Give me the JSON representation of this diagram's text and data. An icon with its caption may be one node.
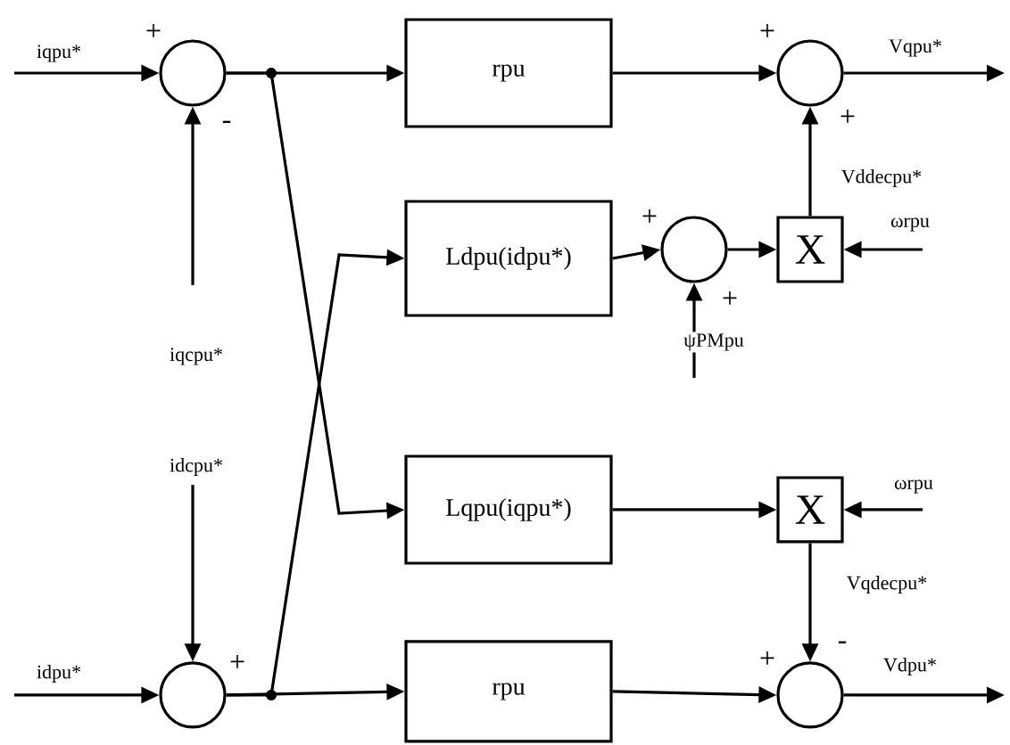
{
  "diagram": {
    "nodes": [
      {
        "text": [],
        "shape": "circle"
      },
      {
        "text": [
          "rpu"
        ]
      },
      {
        "text": [],
        "shape": "circle"
      },
      {
        "text": [
          "Ldpu(idpu*)"
        ]
      },
      {
        "text": [],
        "shape": "circle"
      },
      {
        "text": [
          "X"
        ]
      },
      {
        "text": [
          "Lqpu(iqpu*)"
        ]
      },
      {
        "text": [
          "X"
        ]
      },
      {
        "text": [],
        "shape": "circle"
      },
      {
        "text": [
          "rpu"
        ]
      },
      {
        "text": [],
        "shape": "circle"
      }
    ],
    "edges": [
      {
        "from": null,
        "to": 0,
        "arrow": "to",
        "label": "iqpu*"
      },
      {
        "from": null,
        "to": 0,
        "arrow": "to",
        "label": "iqcpu*"
      },
      {
        "from": 0,
        "to": 1,
        "arrow": "to"
      },
      {
        "from": 0,
        "to": 6,
        "arrow": "to"
      },
      {
        "from": 1,
        "to": 2,
        "arrow": "to"
      },
      {
        "from": 2,
        "to": null,
        "arrow": "to",
        "label": "Vqpu*"
      },
      {
        "from": 8,
        "to": 3,
        "arrow": "to"
      },
      {
        "from": 3,
        "to": 4,
        "arrow": "to"
      },
      {
        "from": null,
        "to": 4,
        "arrow": "to",
        "label": "ψPMpu"
      },
      {
        "from": 4,
        "to": 5,
        "arrow": "to"
      },
      {
        "from": 5,
        "to": 2,
        "arrow": "to",
        "label": "Vddecpu*"
      },
      {
        "from": null,
        "to": 5,
        "arrow": "to",
        "label": "ωrpu"
      },
      {
        "from": 6,
        "to": 7,
        "arrow": "to"
      },
      {
        "from": null,
        "to": 7,
        "arrow": "to",
        "label": "ωrpu"
      },
      {
        "from": 7,
        "to": 10,
        "arrow": "to",
        "label": "Vqdecpu*"
      },
      {
        "from": null,
        "to": 8,
        "arrow": "to",
        "label": "idcpu*"
      },
      {
        "from": null,
        "to": 8,
        "arrow": "to",
        "label": "idpu*"
      },
      {
        "from": 8,
        "to": 9,
        "arrow": "to"
      },
      {
        "from": 9,
        "to": 10,
        "arrow": "to"
      },
      {
        "from": 10,
        "to": null,
        "arrow": "to",
        "label": "Vdpu*"
      }
    ],
    "labels": [
      "+",
      "+",
      "-",
      "+",
      "+",
      "+",
      "+",
      "+",
      "-"
    ]
  }
}
